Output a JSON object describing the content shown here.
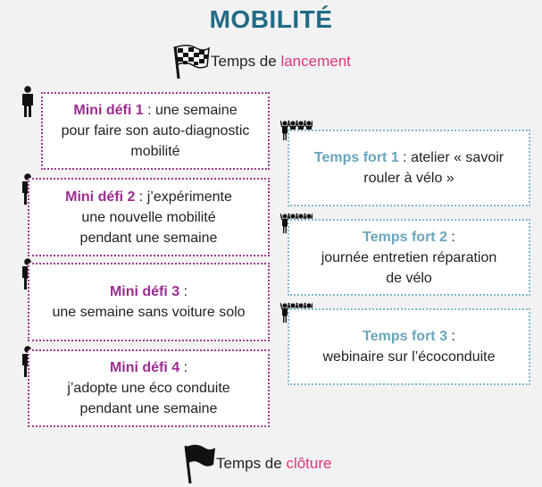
{
  "title": "MOBILITÉ",
  "colors": {
    "title": "#1f6b86",
    "mini": "#9b2d8f",
    "fort": "#6aa6bd",
    "highlight": "#e0357a"
  },
  "start": {
    "prefix": "Temps de ",
    "highlight": "lancement",
    "icon": "checkered-flag-icon"
  },
  "end": {
    "prefix": "Temps de ",
    "highlight": "clôture",
    "icon": "black-flag-icon"
  },
  "mini_defis": [
    {
      "head": "Mini défi 1",
      "sep": " : ",
      "line1": "une semaine",
      "line2": "pour faire son auto-diagnostic",
      "line3": "mobilité"
    },
    {
      "head": "Mini défi 2",
      "sep": " : ",
      "line1": "j’expérimente",
      "line2": "une nouvelle mobilité",
      "line3": "pendant une semaine"
    },
    {
      "head": "Mini défi 3",
      "sep": " :",
      "line1": "",
      "line2": "une semaine sans voiture solo",
      "line3": ""
    },
    {
      "head": "Mini défi 4",
      "sep": " :",
      "line1": "",
      "line2": "j’adopte une éco conduite",
      "line3": "pendant une semaine"
    }
  ],
  "temps_forts": [
    {
      "head": "Temps fort 1",
      "sep": " : ",
      "line1": "atelier « savoir",
      "line2": "rouler à vélo »"
    },
    {
      "head": "Temps fort 2",
      "sep": " :",
      "line1": "",
      "line2": "journée entretien réparation",
      "line3": "de vélo"
    },
    {
      "head": "Temps fort 3",
      "sep": " :",
      "line1": "",
      "line2": "webinaire sur l’écoconduite"
    }
  ]
}
